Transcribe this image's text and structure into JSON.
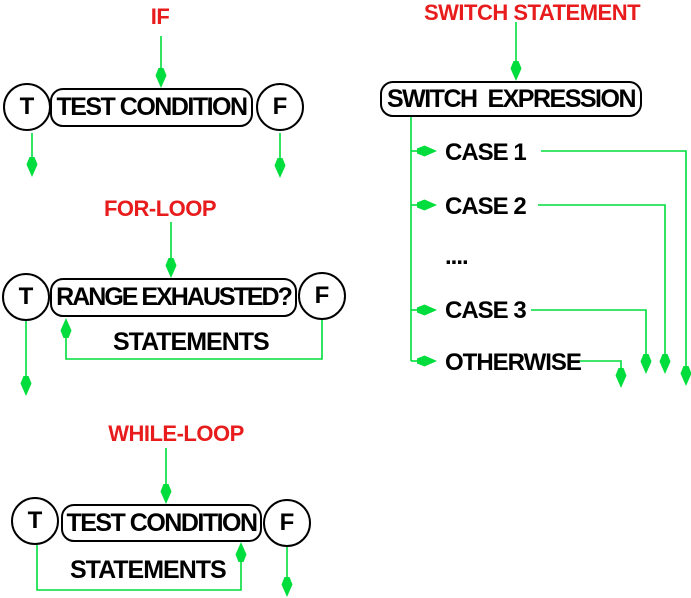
{
  "colors": {
    "heading": "#e81c1c",
    "line": "#00dd3c",
    "text": "#000000",
    "background": "#ffffff"
  },
  "if_section": {
    "title": "IF",
    "condition_label": "TEST CONDITION",
    "true_label": "T",
    "false_label": "F"
  },
  "for_section": {
    "title": "FOR-LOOP",
    "condition_label": "RANGE EXHAUSTED?",
    "true_label": "T",
    "false_label": "F",
    "body_label": "STATEMENTS"
  },
  "while_section": {
    "title": "WHILE-LOOP",
    "condition_label": "TEST CONDITION",
    "true_label": "T",
    "false_label": "F",
    "body_label": "STATEMENTS"
  },
  "switch_section": {
    "title": "SWITCH STATEMENT",
    "expression_label": "SWITCH  EXPRESSION",
    "cases": [
      "CASE 1",
      "CASE 2",
      "....",
      "CASE 3",
      "OTHERWISE"
    ]
  }
}
